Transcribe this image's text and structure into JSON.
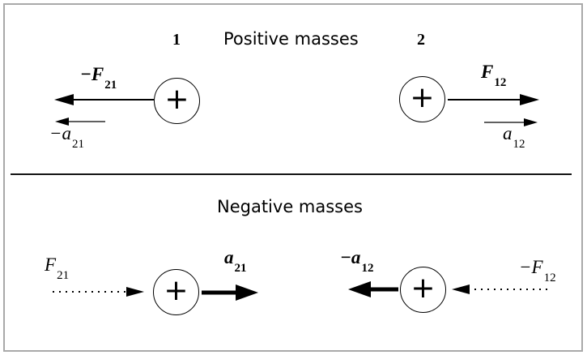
{
  "figure": {
    "background": "#ffffff",
    "border_color": "#a9a9a9",
    "ink_color": "#000000"
  },
  "positive_section": {
    "title": "Positive masses",
    "mass1_number": "1",
    "mass2_number": "2",
    "mass1": {
      "symbol": "+",
      "force_label": {
        "main": "−F",
        "sub": "21"
      },
      "accel_label": {
        "main": "−a",
        "sub": "21"
      }
    },
    "mass2": {
      "symbol": "+",
      "force_label": {
        "main": "F",
        "sub": "12"
      },
      "accel_label": {
        "main": "a",
        "sub": "12"
      }
    }
  },
  "negative_section": {
    "title": "Negative masses",
    "mass1": {
      "symbol": "+",
      "force_label": {
        "main": "F",
        "sub": "21"
      },
      "accel_label": {
        "main": "a",
        "sub": "21"
      }
    },
    "mass2": {
      "symbol": "+",
      "force_label": {
        "main": "−F",
        "sub": "12"
      },
      "accel_label": {
        "main": "−a",
        "sub": "12"
      }
    }
  }
}
